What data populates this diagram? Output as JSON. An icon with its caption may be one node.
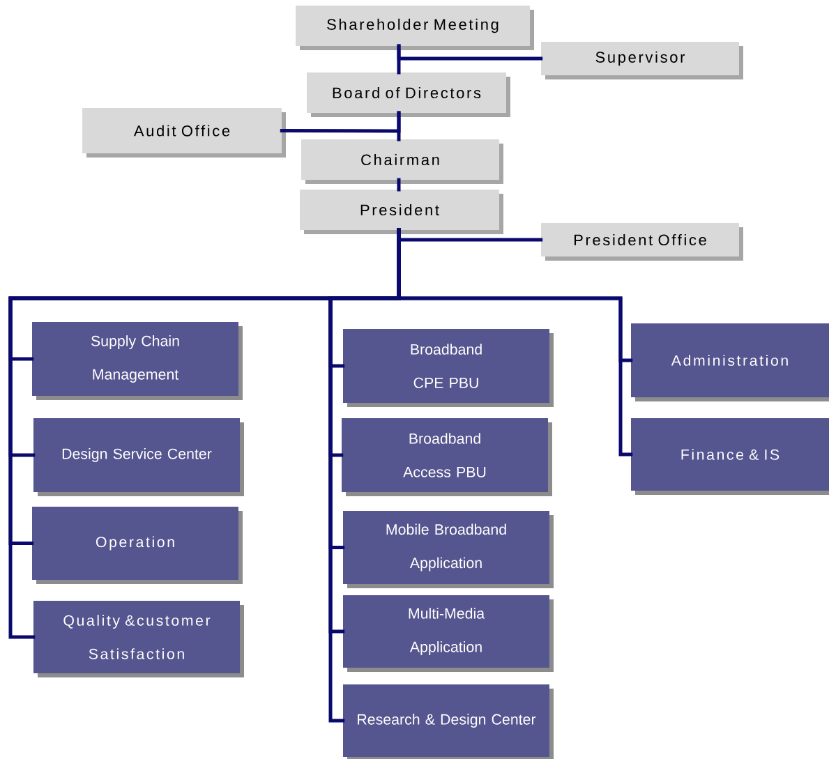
{
  "diagram": {
    "nodes": [
      {
        "text": [
          "Shareholder Meeting"
        ]
      },
      {
        "text": [
          "Supervisor"
        ]
      },
      {
        "text": [
          "Board of Directors"
        ]
      },
      {
        "text": [
          "Audit Office"
        ]
      },
      {
        "text": [
          "Chairman"
        ]
      },
      {
        "text": [
          "President"
        ]
      },
      {
        "text": [
          "President Office"
        ]
      },
      {
        "text": [
          "Supply Chain Management"
        ]
      },
      {
        "text": [
          "Design Service Center"
        ]
      },
      {
        "text": [
          "Operation"
        ]
      },
      {
        "text": [
          "Quality &customer Satisfaction"
        ]
      },
      {
        "text": [
          "Broadband CPE PBU"
        ]
      },
      {
        "text": [
          "Broadband Access PBU"
        ]
      },
      {
        "text": [
          "Mobile Broadband Application"
        ]
      },
      {
        "text": [
          "Multi-Media Application"
        ]
      },
      {
        "text": [
          "Research & Design Center"
        ]
      },
      {
        "text": [
          "Administration"
        ]
      },
      {
        "text": [
          "Finance & IS"
        ]
      }
    ],
    "edges": [
      {
        "from": 0,
        "to": 2,
        "arrow": "none"
      },
      {
        "from": 0,
        "to": 1,
        "arrow": "none"
      },
      {
        "from": 2,
        "to": 3,
        "arrow": "none"
      },
      {
        "from": 2,
        "to": 4,
        "arrow": "none"
      },
      {
        "from": 4,
        "to": 5,
        "arrow": "none"
      },
      {
        "from": 5,
        "to": 6,
        "arrow": "none"
      },
      {
        "from": 5,
        "to": 7,
        "arrow": "none"
      },
      {
        "from": 5,
        "to": 8,
        "arrow": "none"
      },
      {
        "from": 5,
        "to": 9,
        "arrow": "none"
      },
      {
        "from": 5,
        "to": 10,
        "arrow": "none"
      },
      {
        "from": 5,
        "to": 11,
        "arrow": "none"
      },
      {
        "from": 5,
        "to": 12,
        "arrow": "none"
      },
      {
        "from": 5,
        "to": 13,
        "arrow": "none"
      },
      {
        "from": 5,
        "to": 14,
        "arrow": "none"
      },
      {
        "from": 5,
        "to": 15,
        "arrow": "none"
      },
      {
        "from": 5,
        "to": 16,
        "arrow": "none"
      },
      {
        "from": 5,
        "to": 17,
        "arrow": "none"
      }
    ]
  }
}
